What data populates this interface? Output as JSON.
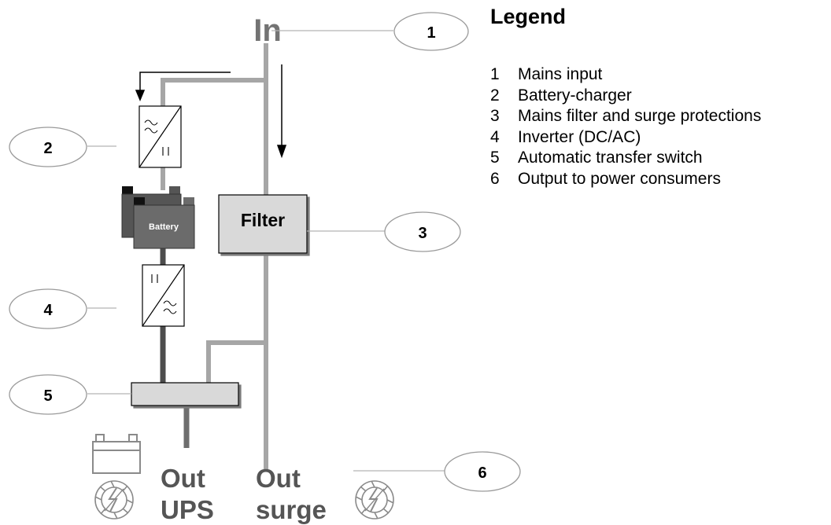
{
  "top_label": "In",
  "filter_label": "Filter",
  "battery_label": "Battery",
  "out_ups": [
    "Out",
    "UPS"
  ],
  "out_surge": [
    "Out",
    "surge"
  ],
  "callouts": [
    "1",
    "2",
    "3",
    "4",
    "5",
    "6"
  ],
  "legend": {
    "title": "Legend",
    "items": [
      {
        "num": "1",
        "text": "Mains input"
      },
      {
        "num": "2",
        "text": "Battery-charger"
      },
      {
        "num": "3",
        "text": "Mains filter and surge protections"
      },
      {
        "num": "4",
        "text": "Inverter (DC/AC)"
      },
      {
        "num": "5",
        "text": "Automatic transfer switch"
      },
      {
        "num": "6",
        "text": "Output to power consumers"
      }
    ]
  },
  "colors": {
    "mains_line": "#a6a6a6",
    "dc_line": "#4d4d4d",
    "box_fill": "#d9d9d9",
    "battery_body": "#6b6b6b",
    "battery_dark": "#555555",
    "callout_stroke": "#9a9a9a",
    "icon_stroke": "#8a8a8a"
  },
  "icons": [
    "battery-icon",
    "surge-protection-icon"
  ]
}
